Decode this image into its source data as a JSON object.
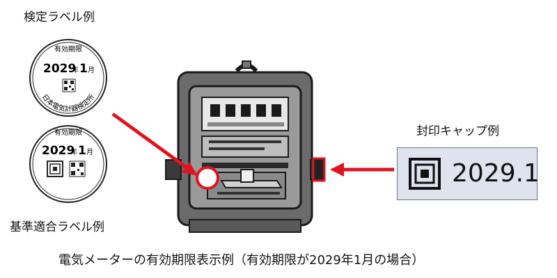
{
  "inspection_label": {
    "title": "検定ラベル例",
    "ring_top": "有効期限",
    "year": "2029",
    "year_unit": "年",
    "month": "1",
    "month_unit": "月",
    "issuer": "日本電気計器検定所"
  },
  "conformity_label": {
    "title": "基準適合ラベル例",
    "ring_top": "有効期限",
    "year": "2029",
    "year_unit": "年",
    "month": "1",
    "month_unit": "月"
  },
  "seal_cap": {
    "title": "封印キャップ例",
    "value": "2029.1"
  },
  "caption": "電気メーターの有効期限表示例（有効期限が2029年1月の場合）",
  "colors": {
    "arrow": "#e0141e",
    "meter_body": "#6b6b6b",
    "meter_dark": "#2a2a2a",
    "seal_bg": "#dfe3ee"
  }
}
